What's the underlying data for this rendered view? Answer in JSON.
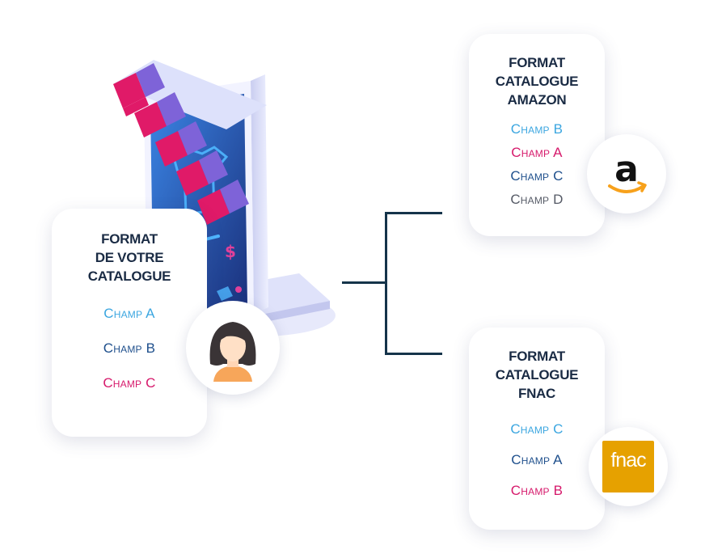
{
  "colors": {
    "title": "#1a2b44",
    "connector": "#15344a",
    "light_blue": "#3ba6e0",
    "dark_blue": "#1e4f8c",
    "pink": "#d6196b",
    "gray": "#555a66",
    "fnac_yellow": "#e6a100",
    "amazon_orange": "#f7a11b"
  },
  "icons": [
    "storefront-illustration",
    "user-avatar-icon",
    "amazon-logo-icon",
    "fnac-logo-icon"
  ],
  "source_card": {
    "title_lines": [
      "FORMAT",
      "DE VOTRE",
      "CATALOGUE"
    ],
    "fields": [
      {
        "label": "Champ A",
        "color": "#3ba6e0"
      },
      {
        "label": "Champ B",
        "color": "#1e4f8c"
      },
      {
        "label": "Champ C",
        "color": "#d6196b"
      }
    ]
  },
  "amazon_card": {
    "title_lines": [
      "FORMAT",
      "CATALOGUE",
      "AMAZON"
    ],
    "fields": [
      {
        "label": "Champ B",
        "color": "#3ba6e0"
      },
      {
        "label": "Champ A",
        "color": "#d6196b"
      },
      {
        "label": "Champ C",
        "color": "#1e4f8c"
      },
      {
        "label": "Champ D",
        "color": "#555a66"
      }
    ],
    "logo_text": "a"
  },
  "fnac_card": {
    "title_lines": [
      "FORMAT",
      "CATALOGUE",
      "FNAC"
    ],
    "fields": [
      {
        "label": "Champ C",
        "color": "#3ba6e0"
      },
      {
        "label": "Champ A",
        "color": "#1e4f8c"
      },
      {
        "label": "Champ B",
        "color": "#d6196b"
      }
    ],
    "logo_text": "fnac"
  }
}
